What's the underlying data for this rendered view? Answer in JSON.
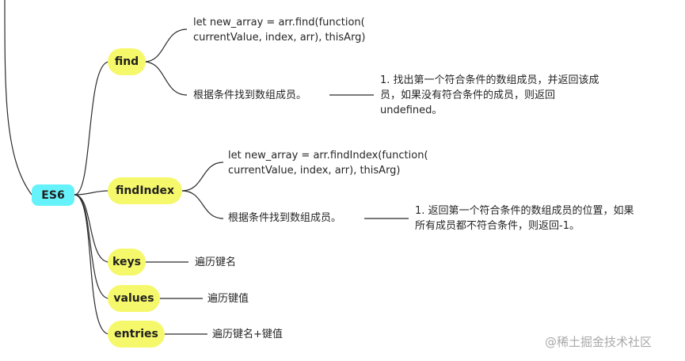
{
  "root": {
    "label": "ES6"
  },
  "branches": {
    "find": {
      "label": "find",
      "syntax": [
        "let new_array = arr.find(function(",
        "currentValue, index, arr), thisArg)"
      ],
      "desc": "根据条件找到数组成员。",
      "note": [
        "1. 找出第一个符合条件的数组成员，并返回该成",
        "员，如果没有符合条件的成员，则返回",
        "undefined。"
      ]
    },
    "findIndex": {
      "label": "findIndex",
      "syntax": [
        "let new_array = arr.findIndex(function(",
        "currentValue, index, arr), thisArg)"
      ],
      "desc": "根据条件找到数组成员。",
      "note": [
        "1. 返回第一个符合条件的数组成员的位置，如果",
        "所有成员都不符合条件，则返回-1。"
      ]
    },
    "keys": {
      "label": "keys",
      "desc": "遍历键名"
    },
    "values": {
      "label": "values",
      "desc": "遍历键值"
    },
    "entries": {
      "label": "entries",
      "desc": "遍历键名+键值"
    }
  },
  "watermark": "@稀土掘金技术社区",
  "colors": {
    "root_fill": "#66f2fb",
    "branch_fill": "#f6f86b",
    "line": "#2b2b2b"
  }
}
